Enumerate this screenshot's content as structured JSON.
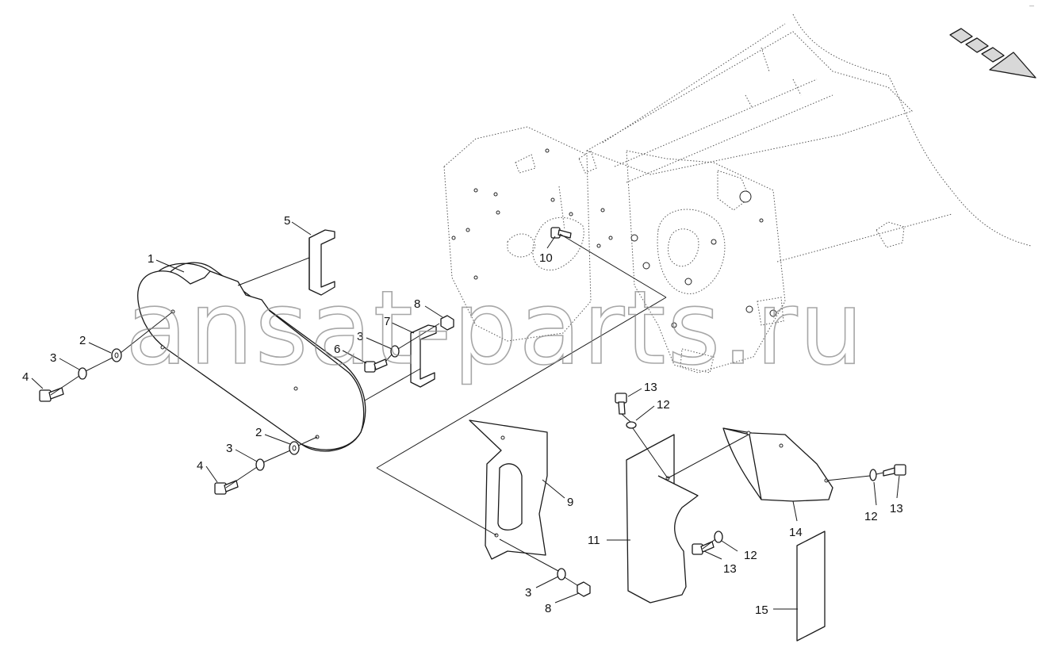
{
  "watermark": "ansat-parts.ru",
  "corner_mark": "—",
  "callouts": {
    "c1": "1",
    "c2a": "2",
    "c2b": "2",
    "c3a": "3",
    "c3b": "3",
    "c3c": "3",
    "c3d": "3",
    "c4a": "4",
    "c4b": "4",
    "c5": "5",
    "c6": "6",
    "c7": "7",
    "c8a": "8",
    "c8b": "8",
    "c9": "9",
    "c10": "10",
    "c11": "11",
    "c12a": "12",
    "c12b": "12",
    "c12c": "12",
    "c13a": "13",
    "c13b": "13",
    "c13c": "13",
    "c14": "14",
    "c15": "15"
  },
  "colors": {
    "line": "#1a1a1a",
    "ghost": "#555555",
    "watermark": "#8a8a8a"
  }
}
